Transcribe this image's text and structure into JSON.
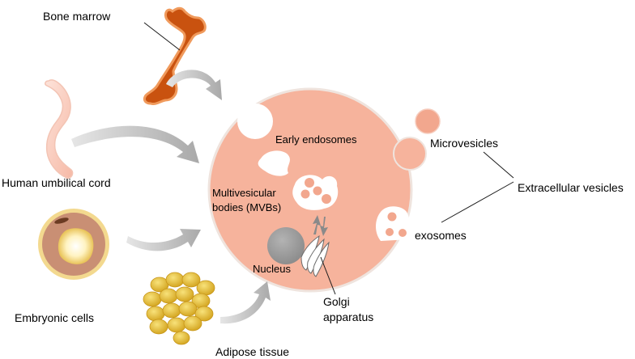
{
  "colors": {
    "cell_fill": "#f6b39c",
    "cell_stroke": "#efe4de",
    "bone_fill": "#c9520f",
    "bone_stroke": "#f09a5c",
    "arrow_fill": "#b8b8b8",
    "nucleus": "#9e9e9e",
    "vesicle": "#f2a78e",
    "adipose": "#e8c23a",
    "embryo_outer": "#c98f74",
    "embryo_ring": "#f3d98f"
  },
  "labels": {
    "bone_marrow": "Bone marrow",
    "umbilical_cord": "Human umbilical cord",
    "embryonic_cells": "Embryonic cells",
    "adipose_tissue": "Adipose tissue",
    "early_endosomes": "Early endosomes",
    "mvb_line1": "Multivesicular",
    "mvb_line2": "bodies (MVBs)",
    "nucleus": "Nucleus",
    "golgi_line1": "Golgi",
    "golgi_line2": "apparatus",
    "microvesicles": "Microvesicles",
    "exosomes": "exosomes",
    "extracellular_vesicles": "Extracellular vesicles"
  }
}
